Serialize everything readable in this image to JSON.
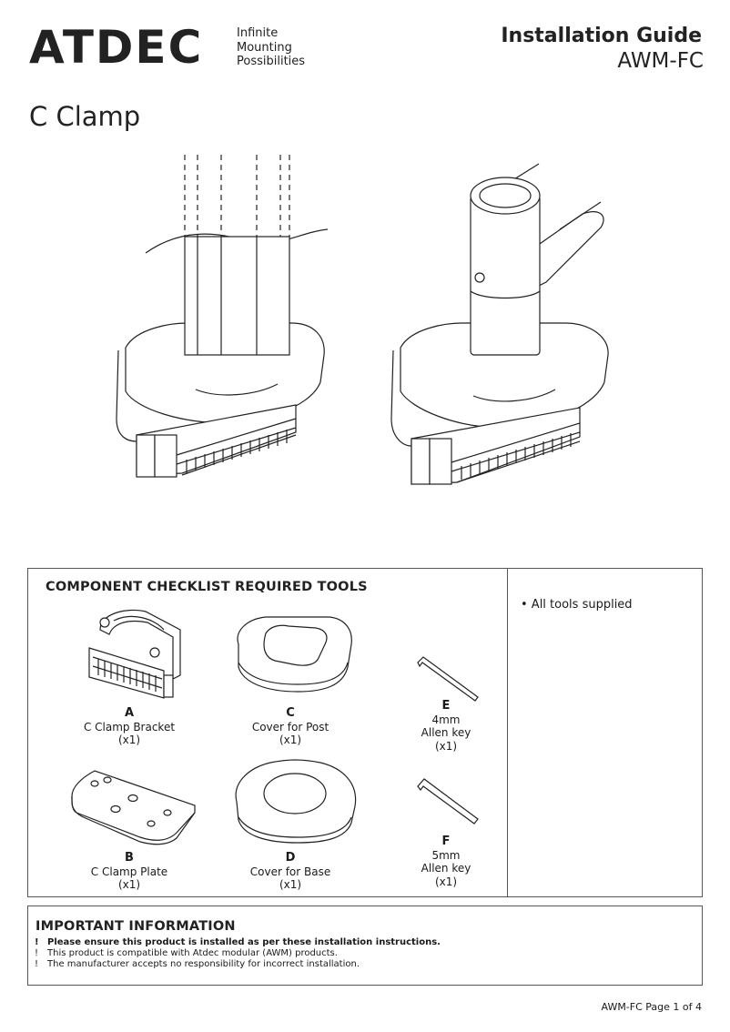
{
  "header": {
    "brand": "ATDEC",
    "tagline": [
      "Infinite",
      "Mounting",
      "Possibilities"
    ],
    "guide_title": "Installation Guide",
    "model": "AWM-FC"
  },
  "page_title": "C Clamp",
  "checklist": {
    "heading": "COMPONENT CHECKLIST REQUIRED TOOLS",
    "tools_note": "• All tools supplied",
    "parts": [
      {
        "letter": "A",
        "name": "C Clamp Bracket",
        "qty": "(x1)"
      },
      {
        "letter": "B",
        "name": "C Clamp Plate",
        "qty": "(x1)"
      },
      {
        "letter": "C",
        "name": "Cover for Post",
        "qty": "(x1)"
      },
      {
        "letter": "D",
        "name": "Cover for Base",
        "qty": "(x1)"
      }
    ],
    "tools": [
      {
        "letter": "E",
        "size": "4mm",
        "name": "Allen key",
        "qty": "(x1)"
      },
      {
        "letter": "F",
        "size": "5mm",
        "name": "Allen key",
        "qty": "(x1)"
      }
    ]
  },
  "important": {
    "heading": "IMPORTANT INFORMATION",
    "bullet": "!",
    "lines": [
      "Please ensure this product is installed as per these installation instructions.",
      "This product is compatible with Atdec modular (AWM) products.",
      "The manufacturer accepts no responsibility for incorrect installation."
    ]
  },
  "footer": {
    "page_label": "AWM-FC Page 1 of 4"
  }
}
